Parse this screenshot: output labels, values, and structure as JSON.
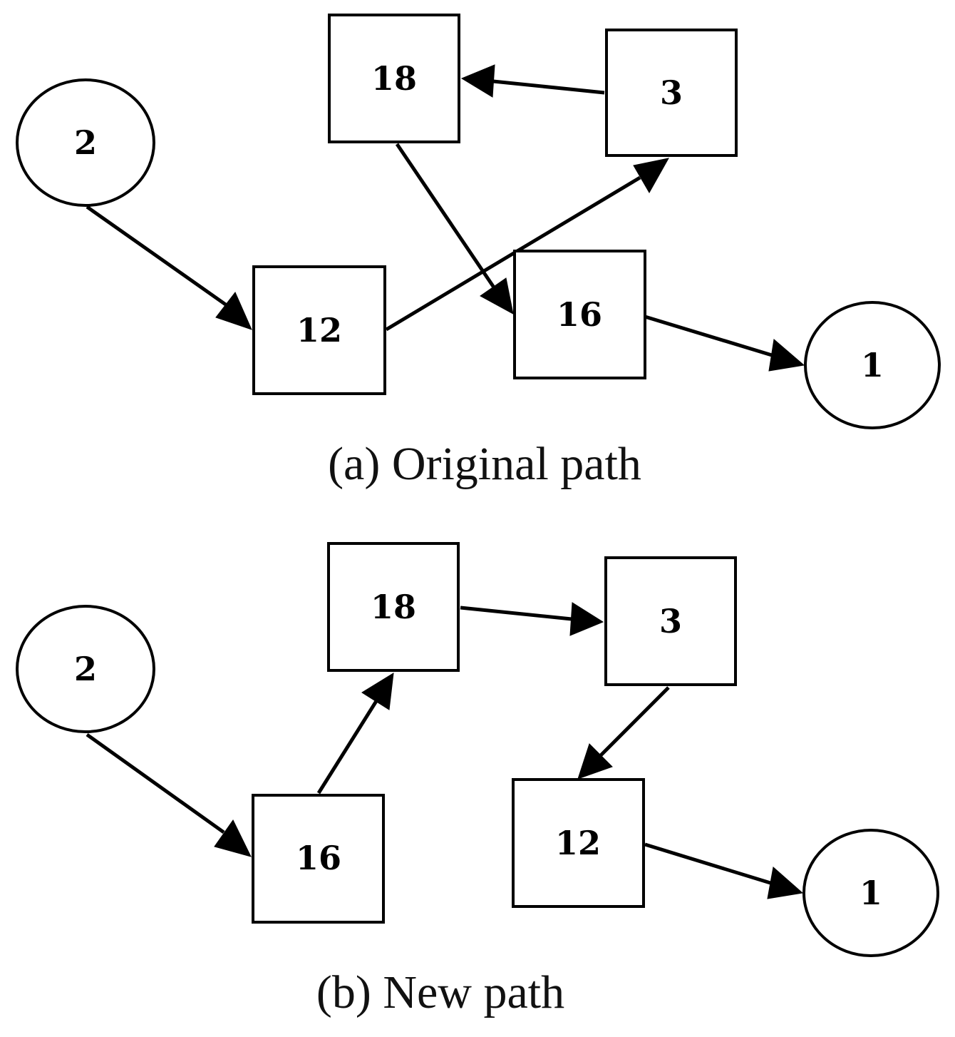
{
  "panels": [
    {
      "id": "a",
      "caption": "(a) Original path",
      "nodes": [
        {
          "id": "2",
          "label": "2",
          "shape": "ellipse"
        },
        {
          "id": "12",
          "label": "12",
          "shape": "box"
        },
        {
          "id": "18",
          "label": "18",
          "shape": "box"
        },
        {
          "id": "3",
          "label": "3",
          "shape": "box"
        },
        {
          "id": "16",
          "label": "16",
          "shape": "box"
        },
        {
          "id": "1",
          "label": "1",
          "shape": "ellipse"
        }
      ],
      "edges": [
        {
          "from": "2",
          "to": "12"
        },
        {
          "from": "12",
          "to": "3"
        },
        {
          "from": "3",
          "to": "18"
        },
        {
          "from": "18",
          "to": "16"
        },
        {
          "from": "16",
          "to": "1"
        }
      ]
    },
    {
      "id": "b",
      "caption": "(b) New path",
      "nodes": [
        {
          "id": "2",
          "label": "2",
          "shape": "ellipse"
        },
        {
          "id": "16",
          "label": "16",
          "shape": "box"
        },
        {
          "id": "18",
          "label": "18",
          "shape": "box"
        },
        {
          "id": "3",
          "label": "3",
          "shape": "box"
        },
        {
          "id": "12",
          "label": "12",
          "shape": "box"
        },
        {
          "id": "1",
          "label": "1",
          "shape": "ellipse"
        }
      ],
      "edges": [
        {
          "from": "2",
          "to": "16"
        },
        {
          "from": "16",
          "to": "18"
        },
        {
          "from": "18",
          "to": "3"
        },
        {
          "from": "3",
          "to": "12"
        },
        {
          "from": "12",
          "to": "1"
        }
      ]
    }
  ]
}
